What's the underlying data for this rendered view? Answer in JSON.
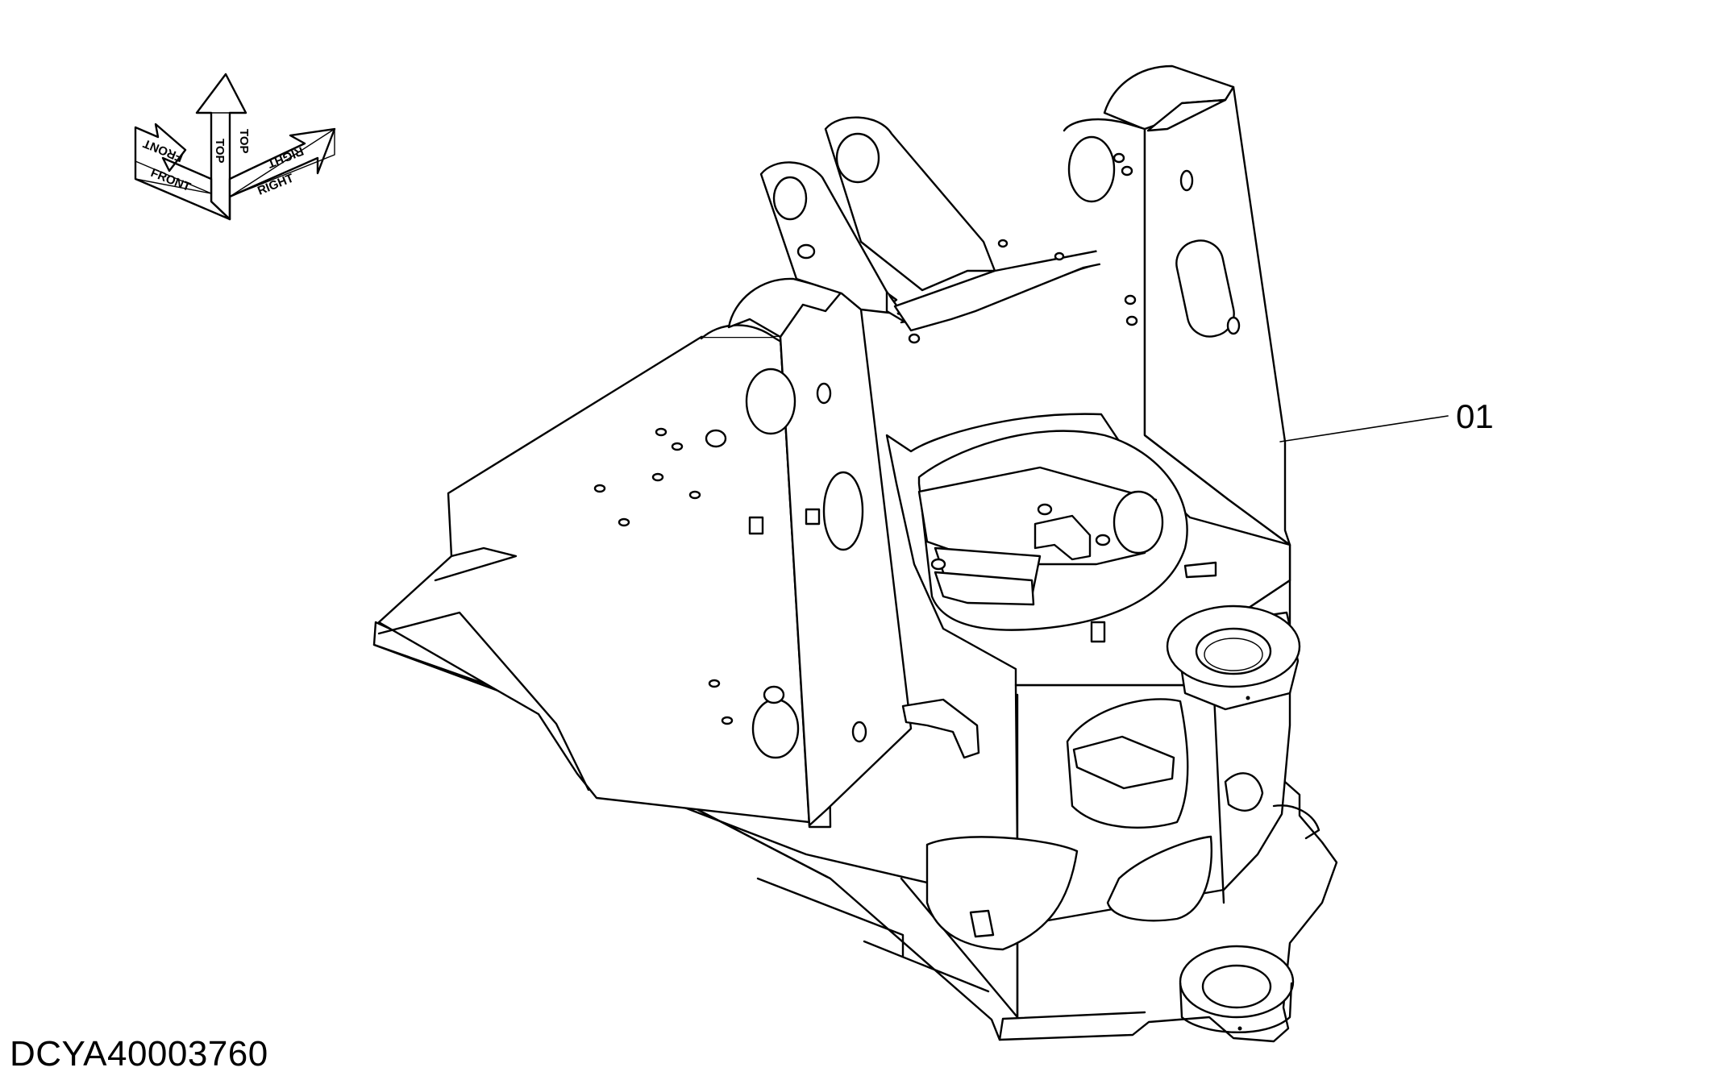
{
  "orientation_indicator": {
    "icon": "orientation-axes-icon",
    "labels": {
      "top": "TOP",
      "front": "FRONT",
      "right": "RIGHT"
    }
  },
  "part": {
    "callout_label": "01"
  },
  "drawing_number": "DCYA40003760"
}
